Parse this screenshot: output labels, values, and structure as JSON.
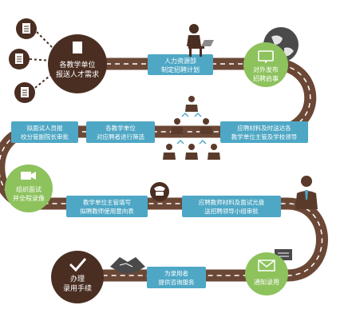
{
  "colors": {
    "dark_brown": "#4a2e22",
    "road_brown": "#6b4736",
    "box_blue": "#4ea7c5",
    "circle_green": "#8dc25d",
    "icon_gray": "#5d5d5d",
    "suit_brown": "#5a3b2b",
    "dash_white": "#ffffff"
  },
  "steps": {
    "step1": {
      "line1": "各教学单位",
      "line2": "报送人才需求"
    },
    "step2": {
      "line1": "人力资源部",
      "line2": "制定招聘计划"
    },
    "step3": {
      "line1": "对外发布",
      "line2": "招聘启事"
    },
    "step4": {
      "line1": "应聘材料及时送达各",
      "line2": "教学单位主管及学校领导"
    },
    "step5": {
      "line1": "各教学单位",
      "line2": "对应聘者进行筛选"
    },
    "step6": {
      "line1": "拟面试人员报",
      "line2": "校分管副院长审批"
    },
    "step7": {
      "line1": "组织面试",
      "line2": "并全程录像"
    },
    "step8": {
      "line1": "教学单位主管填写",
      "line2": "拟聘教师使用意向表"
    },
    "step9": {
      "line1": "应聘教师材料及面试光盘",
      "line2": "送招聘领导小组审批"
    },
    "step10": {
      "line1": "通知录用"
    },
    "step11": {
      "line1": "为录用者",
      "line2": "提供咨询服务"
    },
    "step12": {
      "line1": "办理",
      "line2": "录用手续"
    }
  },
  "icons": {
    "documents": "document-icon",
    "worker": "person-at-laptop-icon",
    "globe": "globe-icon",
    "monitor": "monitor-icon",
    "org": "org-chart-icon",
    "camera": "video-camera-icon",
    "phone": "phone-icon",
    "manager": "businessman-icon",
    "mail": "envelope-icon",
    "chat": "speech-bubble-icon",
    "check": "checkmark-icon",
    "handshake": "handshake-icon"
  }
}
